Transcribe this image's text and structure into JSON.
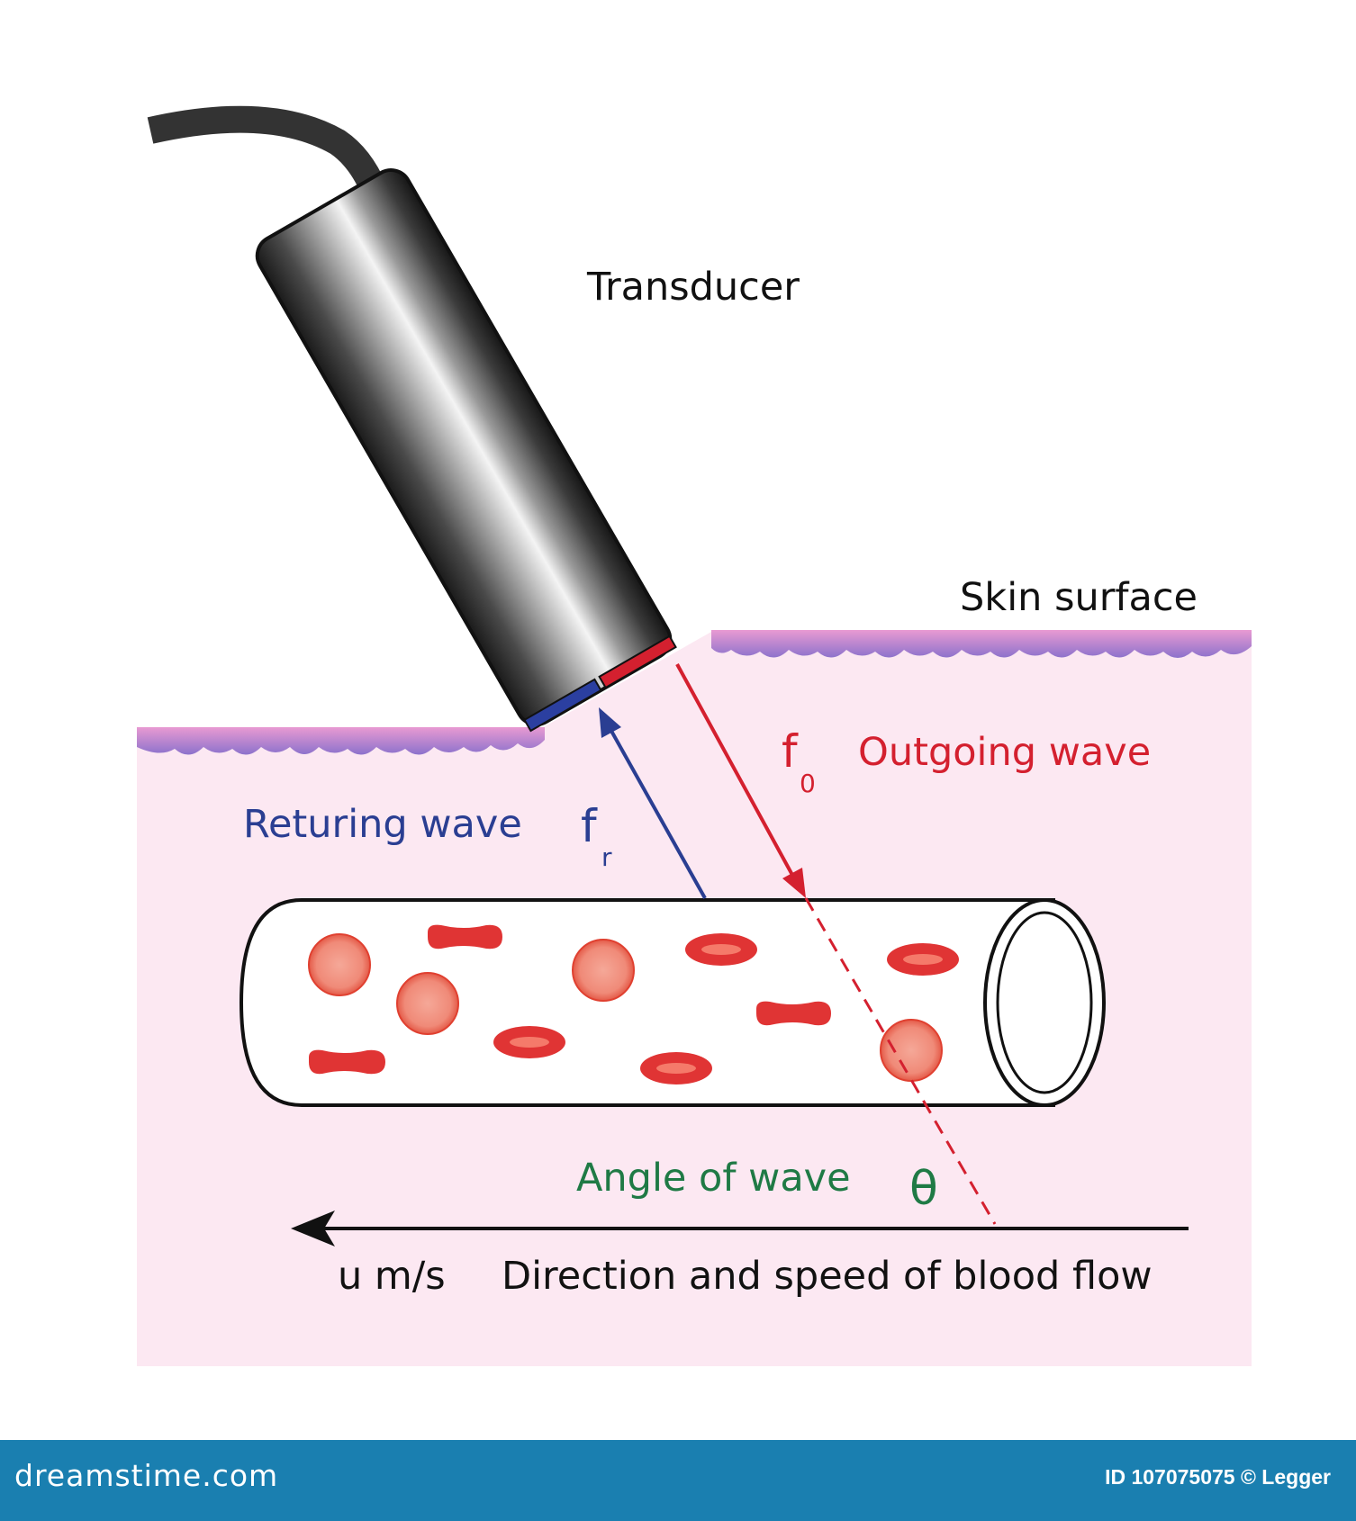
{
  "labels": {
    "transducer": "Transducer",
    "skin_surface": "Skin surface",
    "outgoing_symbol": "f",
    "outgoing_sub": "0",
    "outgoing_wave": "Outgoing wave",
    "returning_wave": "Returing wave",
    "returning_symbol": "f",
    "returning_sub": "r",
    "angle_label": "Angle of wave",
    "angle_symbol": "θ",
    "speed_label": "u m/s",
    "flow_label": "Direction and speed of blood flow"
  },
  "footer": {
    "brand": "dreamstime.com",
    "stock_id": "ID 107075075 © Legger"
  },
  "colors": {
    "tissue": "#fce8f2",
    "skin_line": "#d98cc8",
    "skin_under": "#8a6cc8",
    "outgoing": "#d4202f",
    "returning": "#2a3e92",
    "angle": "#1f7a45",
    "cell_red": "#e03434",
    "cell_round": "#f08a78",
    "footer_bg": "#1a7fb0"
  }
}
